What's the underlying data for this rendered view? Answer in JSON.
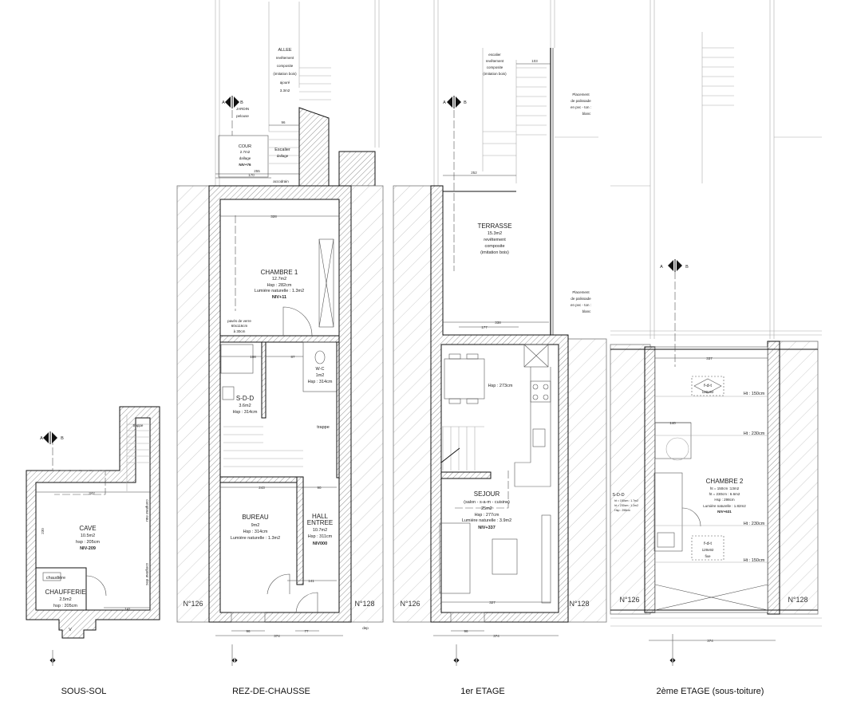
{
  "titles": {
    "basement": "SOUS-SOL",
    "ground": "REZ-DE-CHAUSSE",
    "first": "1er ETAGE",
    "second": "2ème ETAGE (sous-toiture)"
  },
  "section_marker": {
    "a": "A",
    "b": "B"
  },
  "neighbors": {
    "left": "N°126",
    "right": "N°128"
  },
  "basement": {
    "cave": {
      "name": "CAVE",
      "area": "10.5m2",
      "height": "hsp : 205cm",
      "level": "NIV-209"
    },
    "boiler_room": {
      "name": "CHAUFFERIE",
      "area": "2.5m2",
      "height": "hsp : 205cm"
    },
    "boiler": "chaudière",
    "hatch": "trappe",
    "water_meter": "compteur eau",
    "electric_meter": "compteur élec",
    "vent": "V",
    "dims": {
      "width": "342",
      "depth": "230",
      "door": "141"
    }
  },
  "ground": {
    "alley": {
      "name": "ALLEE",
      "l1": "revêtement",
      "l2": "composite",
      "l3": "(imitation bois)",
      "l4": "ajouré",
      "area": "3.3m2"
    },
    "garden": {
      "name": "JARDIN",
      "note": "pelouse"
    },
    "courtyard": {
      "name": "COUR",
      "area": "2.7m2",
      "finish": "dallage",
      "level": "NIV+76"
    },
    "stair": {
      "name": "Escalier",
      "finish": "dallage"
    },
    "drain": "accodrain",
    "bedroom1": {
      "name": "CHAMBRE 1",
      "area": "12.7m2",
      "height": "Hsp : 282cm",
      "light": "Lumière naturelle : 1.3m2",
      "level": "NIV+11"
    },
    "glass_blocks": {
      "l1": "pavés de verre",
      "l2": "60x116cm",
      "l3": "à 30cm"
    },
    "bathroom": {
      "name": "S-D-D",
      "area": "3.6m2",
      "height": "Hsp : 314cm"
    },
    "wc": {
      "name": "W-C",
      "area": "1m2",
      "height": "Hsp : 314cm"
    },
    "hatch": "trappe",
    "office": {
      "name": "BUREAU",
      "area": "9m2",
      "height": "Hsp : 314cm",
      "light": "Lumière naturelle : 1.3m2"
    },
    "hall": {
      "name1": "HALL",
      "name2": "ENTREE",
      "area": "10.7m2",
      "height": "Hsp : 311cm",
      "level": "NIV000"
    },
    "downpipe": "dep",
    "dims": {
      "total": "374",
      "win": "96",
      "door": "77",
      "office_w": "243",
      "hall_w": "90",
      "hall_d": "141",
      "bed_w": "328",
      "corr": "87",
      "sdd_w": "108",
      "court": "255",
      "court2": "170",
      "stair_w": "96"
    }
  },
  "first": {
    "stair_note": {
      "l1": "escalier",
      "l2": "revêtement",
      "l3": "composite",
      "l4": "(imitation bois)"
    },
    "fence_note": {
      "l1": "Placement",
      "l2": "de palissade",
      "l3": "en pvc - ton :",
      "l4": "blanc"
    },
    "terrace": {
      "name": "TERRASSE",
      "area": "15.3m2",
      "l1": "revêtement",
      "l2": "composite",
      "l3": "(imitation bois)"
    },
    "kitchen_height": "Hsp : 273cm",
    "living": {
      "name": "SEJOUR",
      "sub": "(salon - s-a-m - cuisine)",
      "area": "25m2",
      "height": "Hsp : 277cm",
      "light": "Lumière naturelle : 3.9m2",
      "level": "NIV+337"
    },
    "dims": {
      "total": "374",
      "win": "96",
      "inner": "327",
      "terrace_w": "338",
      "terrace_w2": "177",
      "stair_w": "252",
      "top": "103"
    }
  },
  "second": {
    "bedroom2": {
      "name": "CHAMBRE 2",
      "l1": "ht = 150cm :13m2",
      "l2": "ht = 230cm : 6.6m2",
      "height": "Hsp : 298cm",
      "light": "Lumière naturelle : 1.82m2",
      "level": "NIV+631"
    },
    "skylight1": {
      "name": "f-d-t",
      "size": "129x92"
    },
    "skylight2": {
      "name": "f-d-t",
      "size": "129x92",
      "note": "fixe"
    },
    "heights": [
      "Ht : 150cm",
      "Ht : 230cm",
      "Ht : 230cm",
      "Ht : 150cm"
    ],
    "bathroom": {
      "name": "S-D-D",
      "l1": "ht = 150cm : 1.7m2",
      "l2": "ht = 230cm : 1.2m2",
      "l3": "Hsp : 298cm"
    },
    "dims": {
      "total": "374",
      "inner": "337",
      "stair": "140"
    }
  }
}
